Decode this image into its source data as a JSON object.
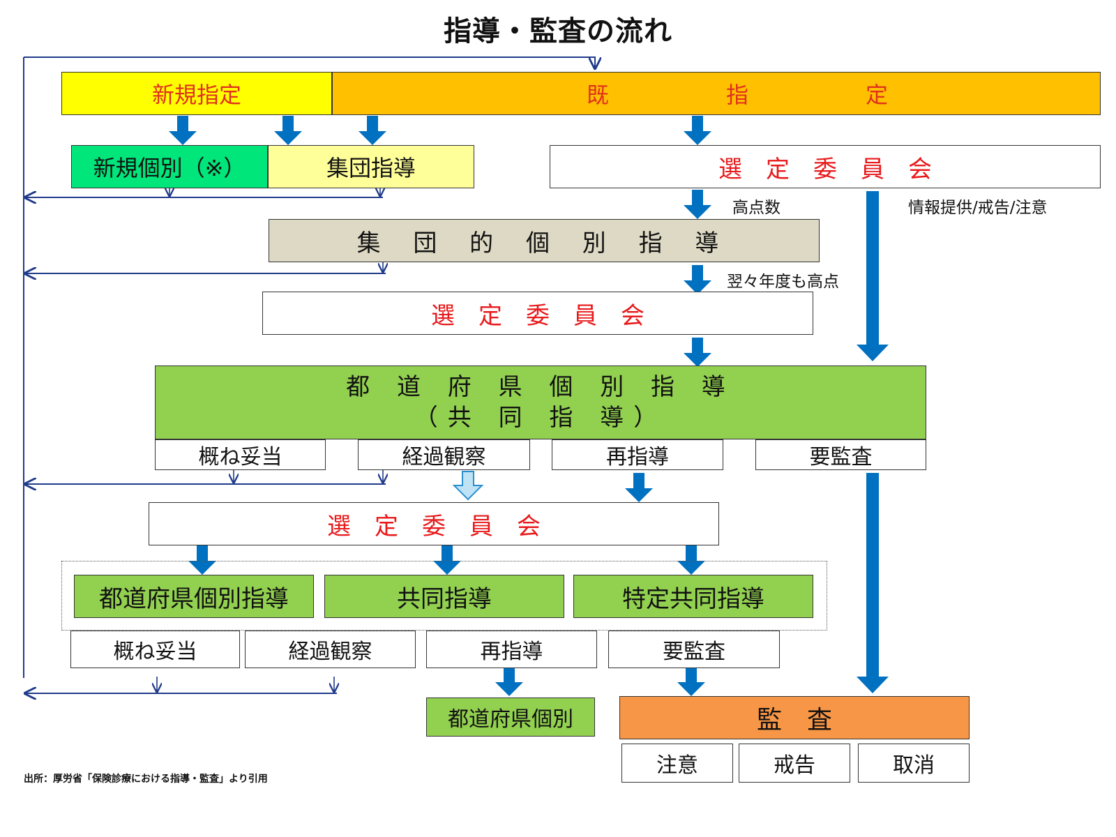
{
  "title": "指導・監査の流れ",
  "top": {
    "new_designation": "新規指定",
    "existing_designation": [
      "既",
      "指",
      "定"
    ]
  },
  "row2": {
    "new_individual": "新規個別（※）",
    "group_guidance": "集団指導",
    "selection_committee": "選　定　委　員　会"
  },
  "label_high_score": "高点数",
  "label_info": "情報提供/戒告/注意",
  "group_individual": "集 団 的 個 別 指 導",
  "label_high_next": "翌々年度も高点",
  "selection_committee_2": "選　定　委　員　会",
  "prefectural": {
    "line1": "都 道 府 県 個 別 指 導",
    "line2": "（共 同 指 導）"
  },
  "results_1": [
    "概ね妥当",
    "経過観察",
    "再指導",
    "要監査"
  ],
  "selection_committee_3": "選　定　委　員　会",
  "guidance_types": [
    "都道府県個別指導",
    "共同指導",
    "特定共同指導"
  ],
  "results_2": [
    "概ね妥当",
    "経過観察",
    "再指導",
    "要監査"
  ],
  "prefectural_individual": "都道府県個別",
  "audit": "監　査",
  "audit_results": [
    "注意",
    "戒告",
    "取消"
  ],
  "source": "出所：厚労省「保険診療における指導・監査」より引用",
  "colors": {
    "yellow": "#ffff00",
    "orange": "#ffc000",
    "green": "#92d050",
    "mint": "#00e67a",
    "light_yellow": "#ffff99",
    "beige": "#ddd9c4",
    "audit_orange": "#f79646",
    "arrow_blue": "#0070c0",
    "line_navy": "#1f3a8a",
    "label_red": "#e8191b"
  }
}
